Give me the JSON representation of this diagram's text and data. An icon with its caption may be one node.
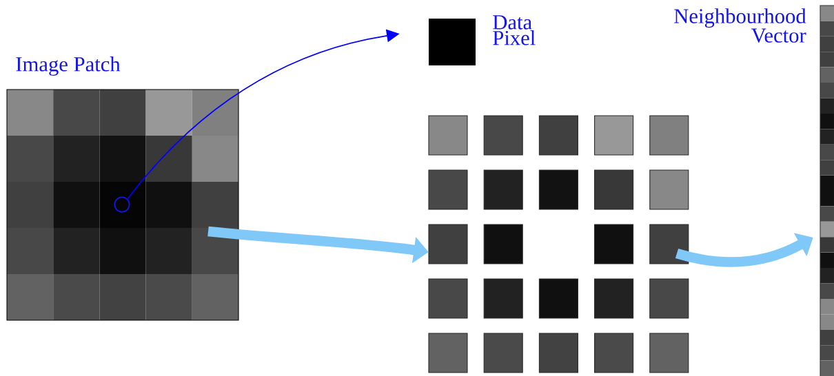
{
  "diagram": {
    "nodes": [
      {
        "text": [
          "Image Patch"
        ]
      },
      {
        "text": [],
        "shape": "circle",
        "in": 0
      },
      {
        "text": [
          "Data Pixel"
        ]
      },
      {
        "text": [],
        "shape": "box"
      },
      {
        "text": [
          "Neighbourhood Vector"
        ]
      }
    ],
    "edges": [
      {
        "from": 1,
        "to": 2,
        "arrow": "to",
        "color": "#0000ff"
      },
      {
        "from": 0,
        "to": 3,
        "arrow": "to"
      },
      {
        "from": 3,
        "to": 4,
        "arrow": "to"
      }
    ]
  }
}
